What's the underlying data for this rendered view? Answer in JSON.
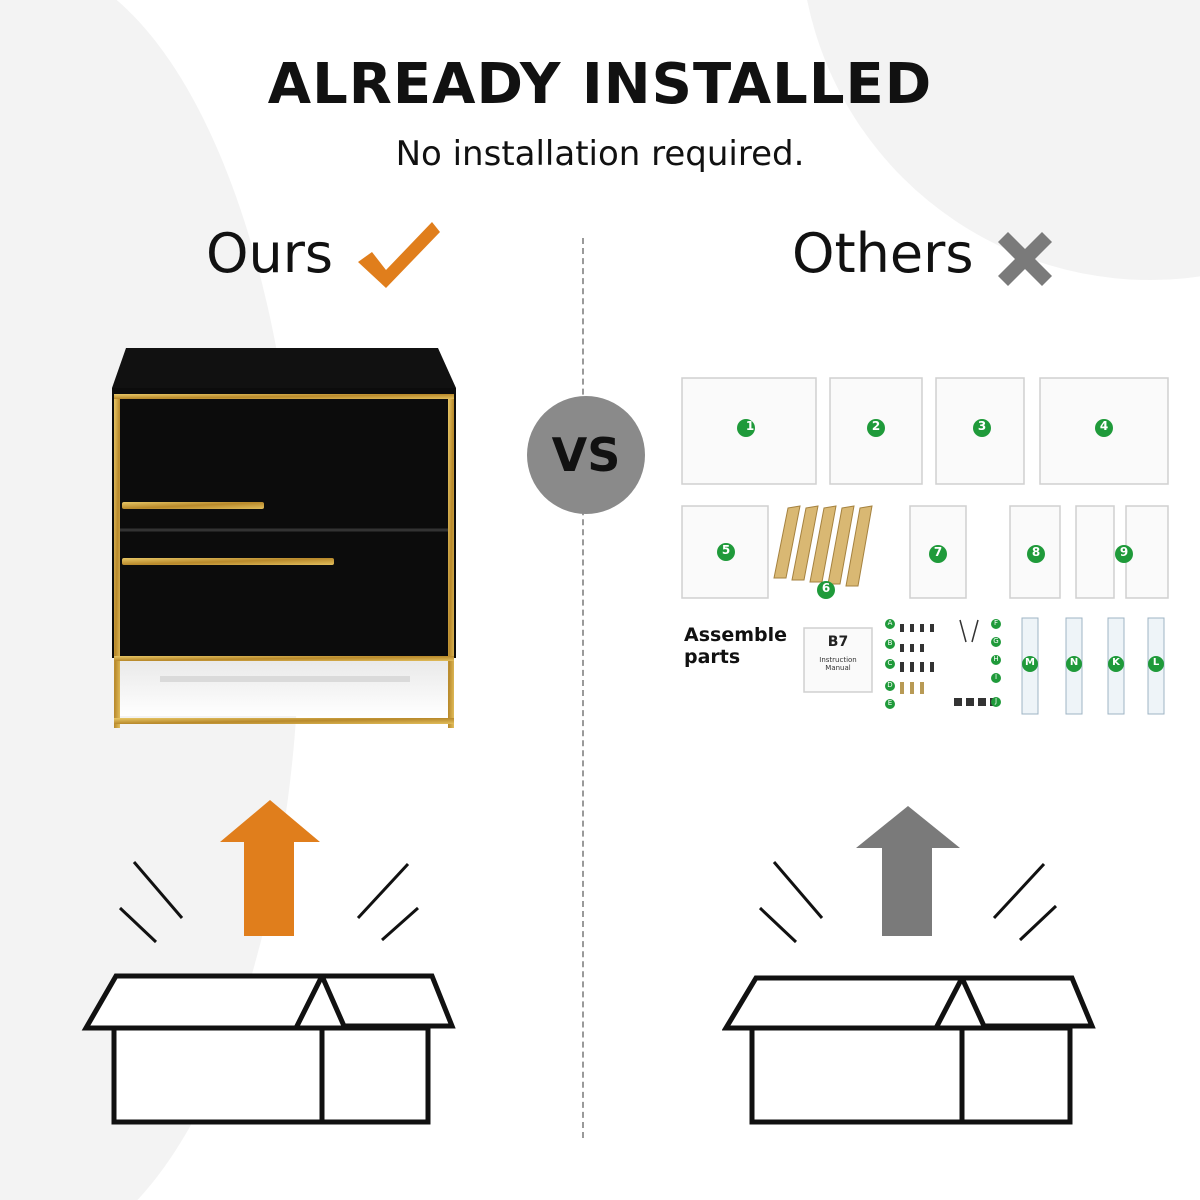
{
  "header": {
    "title": "ALREADY INSTALLED",
    "subtitle": "No installation required."
  },
  "left": {
    "label": "Ours"
  },
  "right": {
    "label": "Others"
  },
  "vs": "VS",
  "parts": {
    "assemble_line1": "Assemble",
    "assemble_line2": "parts",
    "manual_line1": "Instruction",
    "manual_line2": "Manual",
    "manual_code": "B7",
    "board_numbers": [
      "1",
      "2",
      "3",
      "4",
      "5",
      "6",
      "7",
      "8",
      "9"
    ],
    "hardware_letters": [
      "A",
      "B",
      "C",
      "D",
      "E",
      "F",
      "G",
      "H",
      "I",
      "J"
    ],
    "rail_letters": [
      "M",
      "N",
      "K",
      "L"
    ]
  },
  "colors": {
    "accent_orange": "#e07e1c",
    "gray": "#7a7a7a",
    "gold": "#c9a23a",
    "part_green": "#1f9a3a"
  },
  "icons": {
    "check": "check-icon",
    "cross": "cross-icon",
    "arrow_up": "arrow-up-icon",
    "box": "open-box-icon"
  }
}
